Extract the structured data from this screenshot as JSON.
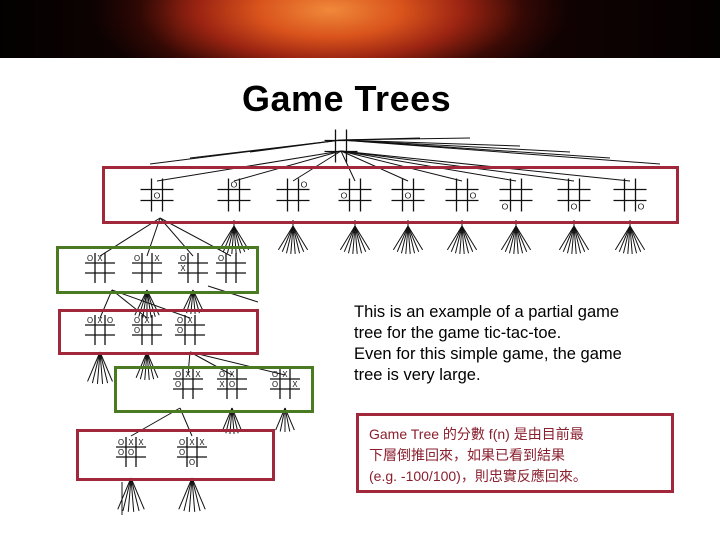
{
  "slide": {
    "title": "Game Trees",
    "description": [
      "This is an example of a partial game",
      "tree for the game tic-tac-toe.",
      "Even for this simple game, the game",
      "tree is very large."
    ],
    "note": [
      "Game Tree 的分數 f(n) 是由目前最",
      "下層倒推回來，如果已看到結果",
      "(e.g. -100/100)，則忠實反應回來。"
    ]
  },
  "tree": {
    "level1": [
      {
        "marks": [
          [
            1,
            1,
            "O"
          ]
        ]
      },
      {
        "marks": [
          [
            0,
            1,
            "O"
          ]
        ]
      },
      {
        "marks": [
          [
            0,
            2,
            "O"
          ]
        ]
      },
      {
        "marks": [
          [
            1,
            0,
            "O"
          ]
        ]
      },
      {
        "marks": [
          [
            1,
            1,
            "O"
          ]
        ]
      },
      {
        "marks": [
          [
            1,
            2,
            "O"
          ]
        ]
      },
      {
        "marks": [
          [
            2,
            0,
            "O"
          ]
        ]
      },
      {
        "marks": [
          [
            2,
            1,
            "O"
          ]
        ]
      },
      {
        "marks": [
          [
            2,
            2,
            "O"
          ]
        ]
      }
    ],
    "level2": [
      {
        "marks": [
          [
            0,
            0,
            "O"
          ],
          [
            0,
            1,
            "X"
          ]
        ]
      },
      {
        "marks": [
          [
            0,
            0,
            "O"
          ],
          [
            0,
            2,
            "X"
          ]
        ]
      },
      {
        "marks": [
          [
            0,
            0,
            "O"
          ],
          [
            1,
            0,
            "X"
          ]
        ]
      },
      {
        "marks": [
          [
            0,
            0,
            "O"
          ]
        ]
      }
    ],
    "level3": [
      {
        "marks": [
          [
            0,
            0,
            "O"
          ],
          [
            0,
            1,
            "X"
          ],
          [
            0,
            2,
            "O"
          ]
        ]
      },
      {
        "marks": [
          [
            0,
            0,
            "O"
          ],
          [
            0,
            1,
            "X"
          ],
          [
            1,
            0,
            "O"
          ]
        ]
      },
      {
        "marks": [
          [
            0,
            0,
            "O"
          ],
          [
            0,
            1,
            "X"
          ],
          [
            1,
            0,
            "O"
          ]
        ]
      }
    ],
    "level4": [
      {
        "marks": [
          [
            0,
            0,
            "O"
          ],
          [
            0,
            1,
            "X"
          ],
          [
            0,
            2,
            "X"
          ],
          [
            1,
            0,
            "O"
          ]
        ]
      },
      {
        "marks": [
          [
            0,
            0,
            "O"
          ],
          [
            0,
            1,
            "X"
          ],
          [
            1,
            0,
            "X"
          ],
          [
            1,
            1,
            "O"
          ]
        ]
      },
      {
        "marks": [
          [
            0,
            0,
            "O"
          ],
          [
            0,
            1,
            "X"
          ],
          [
            1,
            0,
            "O"
          ],
          [
            1,
            2,
            "X"
          ]
        ]
      }
    ],
    "level5": [
      {
        "marks": [
          [
            0,
            0,
            "O"
          ],
          [
            0,
            1,
            "X"
          ],
          [
            0,
            2,
            "X"
          ],
          [
            1,
            0,
            "O"
          ],
          [
            1,
            1,
            "O"
          ]
        ]
      },
      {
        "marks": [
          [
            0,
            0,
            "O"
          ],
          [
            0,
            1,
            "X"
          ],
          [
            0,
            2,
            "X"
          ],
          [
            1,
            0,
            "O"
          ],
          [
            2,
            1,
            "O"
          ]
        ]
      }
    ]
  }
}
